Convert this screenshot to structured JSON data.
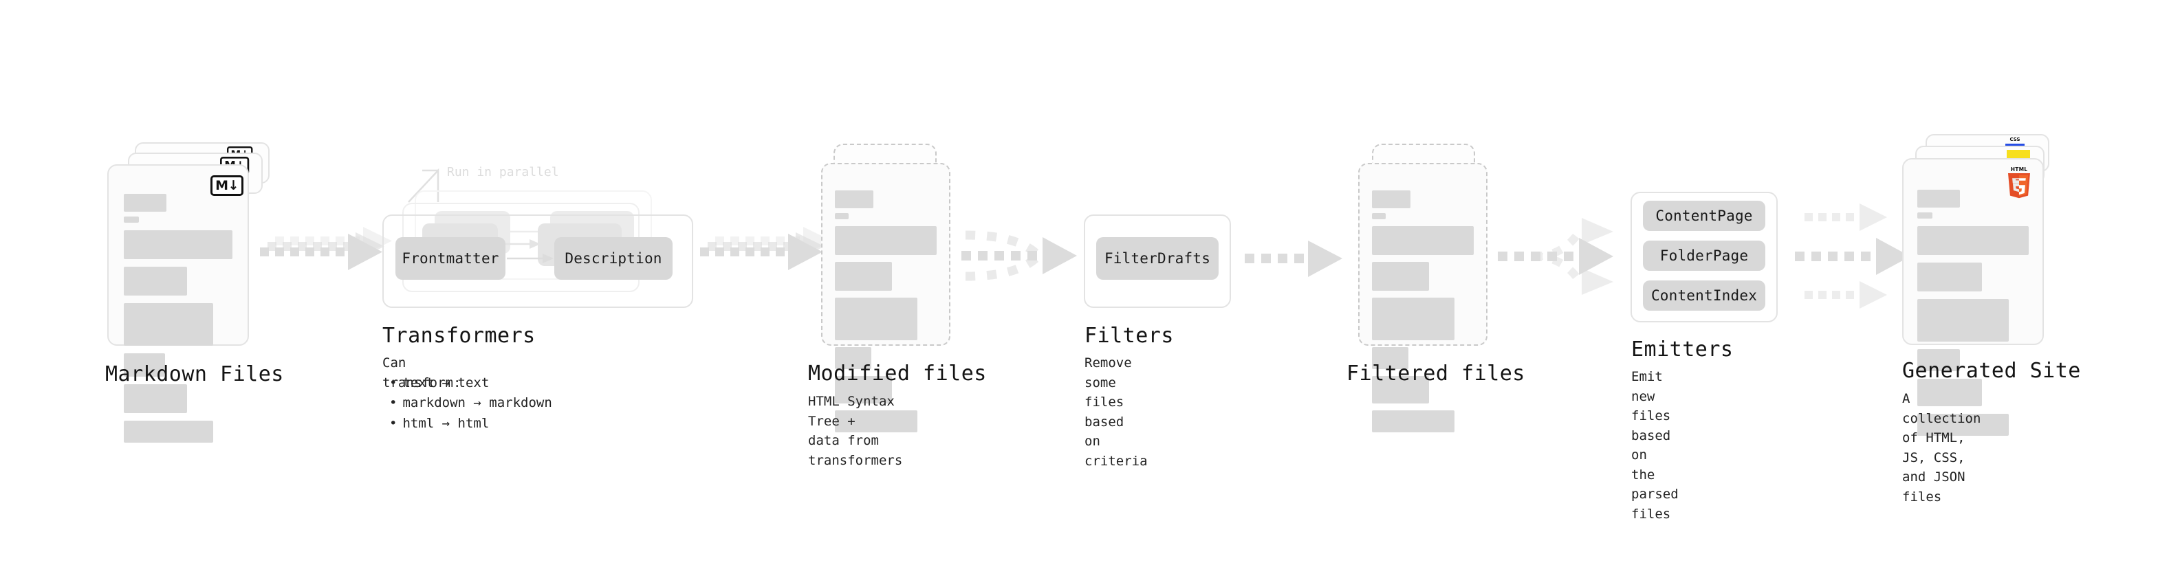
{
  "diagram": {
    "title_font_note": "",
    "colors": {
      "card_bg": "#fbfbfb",
      "card_border": "#e3e3e3",
      "bar": "#d9d9d9",
      "arrow": "#dcdcdc",
      "pill": "#d8d8d8",
      "text": "#141414",
      "html5_orange": "#e44d26",
      "html5_orange_light": "#f16529",
      "js_yellow": "#f7df1e",
      "css_blue": "#264de4",
      "parallel_label": "#dcdcdc"
    },
    "stages": [
      {
        "id": "markdown-files",
        "title": "Markdown Files",
        "subtitle": "",
        "icon": "markdown-icon",
        "icon_label": "M↓"
      },
      {
        "id": "transformers",
        "title": "Transformers",
        "subtitle": "Can transform:",
        "annotation": "Run in parallel",
        "nodes": [
          "Frontmatter",
          "Description"
        ],
        "list": [
          "text → text",
          "markdown → markdown",
          "html → html"
        ],
        "bullet": "•"
      },
      {
        "id": "modified-files",
        "title": "Modified files",
        "subtitle": "HTML Syntax Tree +\ndata from transformers"
      },
      {
        "id": "filters",
        "title": "Filters",
        "subtitle": "Remove some files based\non criteria",
        "nodes": [
          "FilterDrafts"
        ]
      },
      {
        "id": "filtered-files",
        "title": "Filtered files",
        "subtitle": ""
      },
      {
        "id": "emitters",
        "title": "Emitters",
        "subtitle": "Emit new files based on\nthe parsed files",
        "nodes": [
          "ContentPage",
          "FolderPage",
          "ContentIndex"
        ]
      },
      {
        "id": "generated-site",
        "title": "Generated Site",
        "subtitle": "A collection of HTML,\nJS, CSS, and JSON files",
        "icons": [
          "html5-icon",
          "js-icon",
          "css3-icon"
        ],
        "css_glyph": "CSS",
        "html5_wordmark": "HTML",
        "html5_digit": "5"
      }
    ]
  }
}
